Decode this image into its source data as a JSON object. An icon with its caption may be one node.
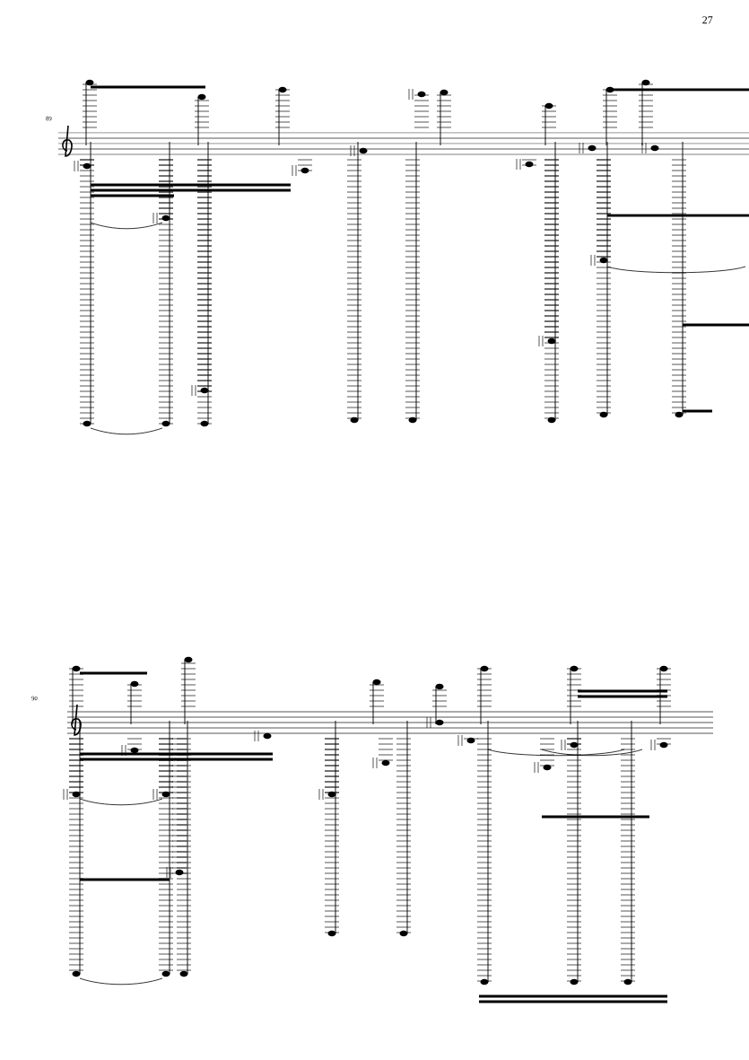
{
  "diagram": {
    "labels": [
      "27",
      "89",
      "90"
    ]
  }
}
